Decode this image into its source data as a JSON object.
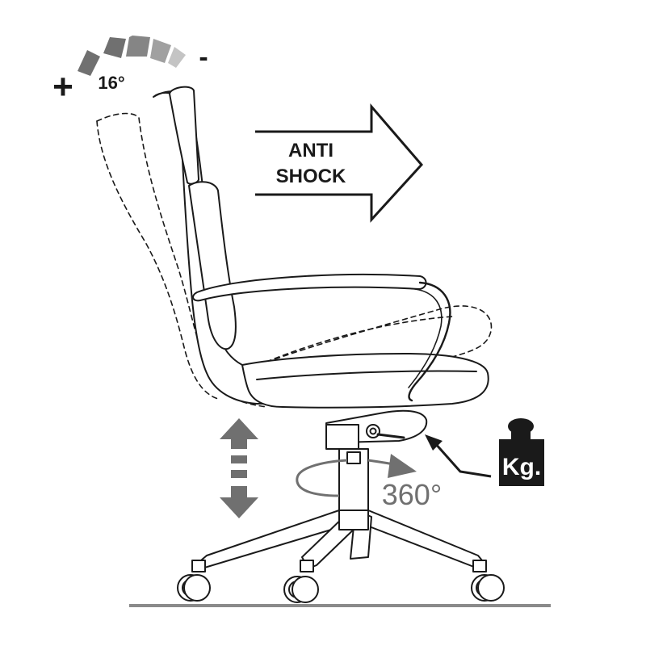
{
  "tilt": {
    "plus_label": "+",
    "minus_label": "-",
    "angle_label": "16°"
  },
  "anti_shock": {
    "line1": "ANTI",
    "line2": "SHOCK"
  },
  "rotation": {
    "label": "360°"
  },
  "weight": {
    "label": "Kg."
  },
  "colors": {
    "ink": "#1a1a1a",
    "arrow_gray": "#707070",
    "light_gray": "#9a9a9a",
    "floor": "#8a8a8a"
  }
}
